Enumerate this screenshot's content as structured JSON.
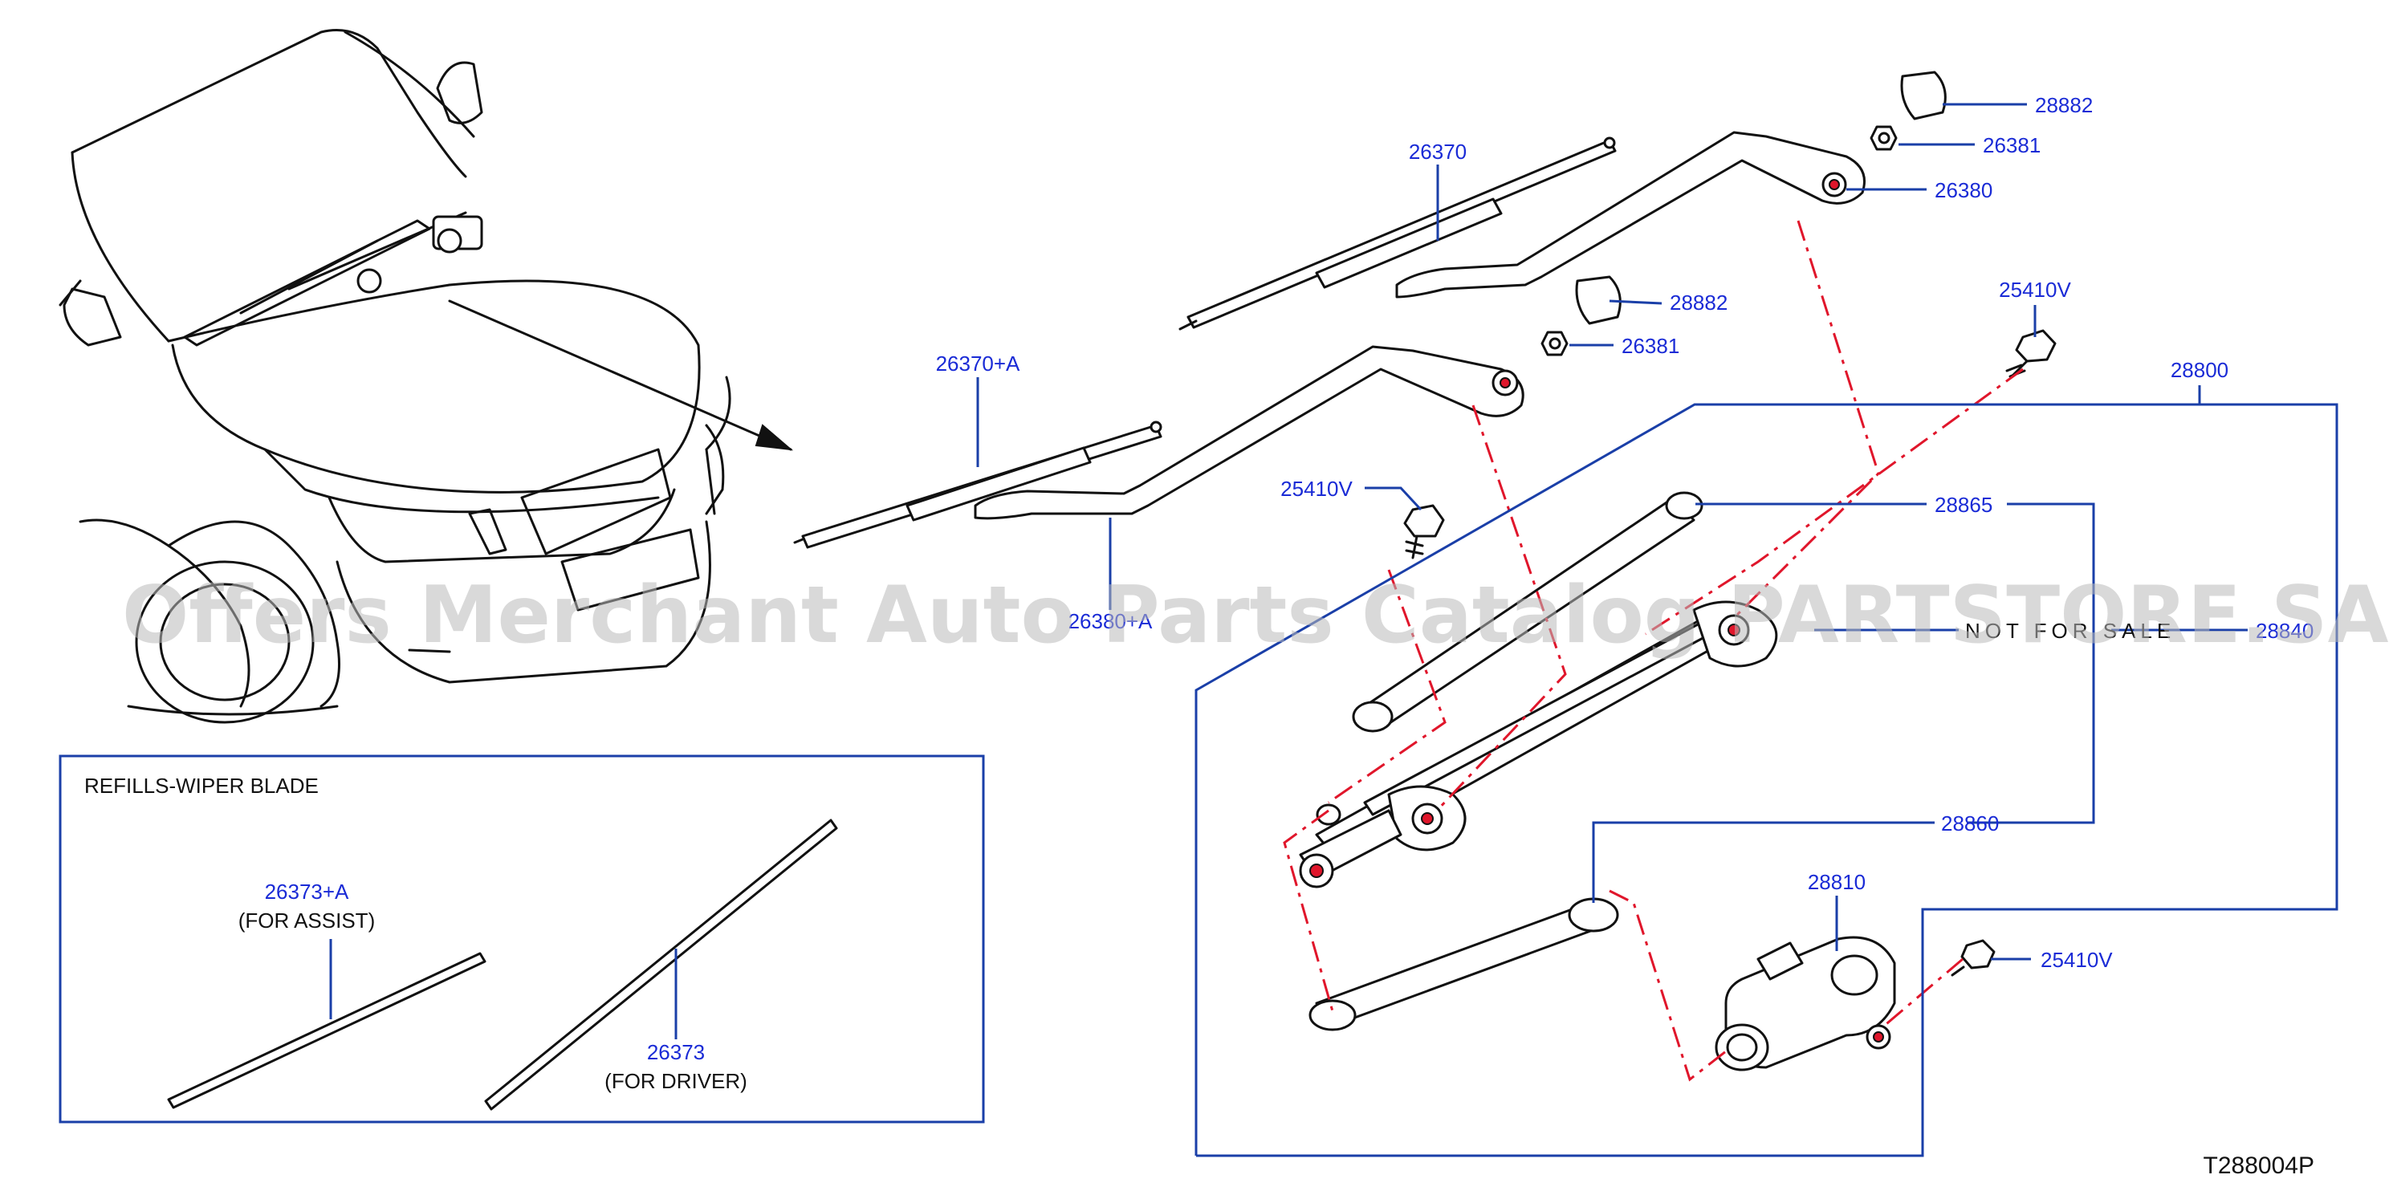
{
  "diagram_code": "T288004P",
  "watermark": "Offers Merchant Auto Parts Catalog PARTSTORE.SA",
  "notice_text": "NOT FOR SALE",
  "inset": {
    "title": "REFILLS-WIPER   BLADE",
    "items": [
      {
        "part_no": "26373+A",
        "note": "(FOR   ASSIST)"
      },
      {
        "part_no": "26373",
        "note": "(FOR   DRIVER)"
      }
    ]
  },
  "callouts": {
    "blade_driver": "26370",
    "blade_assist": "26370+A",
    "arm_assist": "26380+A",
    "arm_driver": "26380",
    "cap_upper": "28882",
    "nut_upper": "26381",
    "cap_lower": "28882",
    "nut_lower": "26381",
    "bolt_top_right": "25410V",
    "bolt_left": "25410V",
    "bolt_motor": "25410V",
    "assembly": "28800",
    "pivot": "28865",
    "pivot_b": "28840",
    "link": "28860",
    "motor": "28810"
  },
  "colors": {
    "label_blue": "#1a2bd6",
    "frame_blue": "#1a3fa8",
    "centerline_red": "#e0162b",
    "line_black": "#111111",
    "watermark_gray": "#b9b9b9"
  }
}
